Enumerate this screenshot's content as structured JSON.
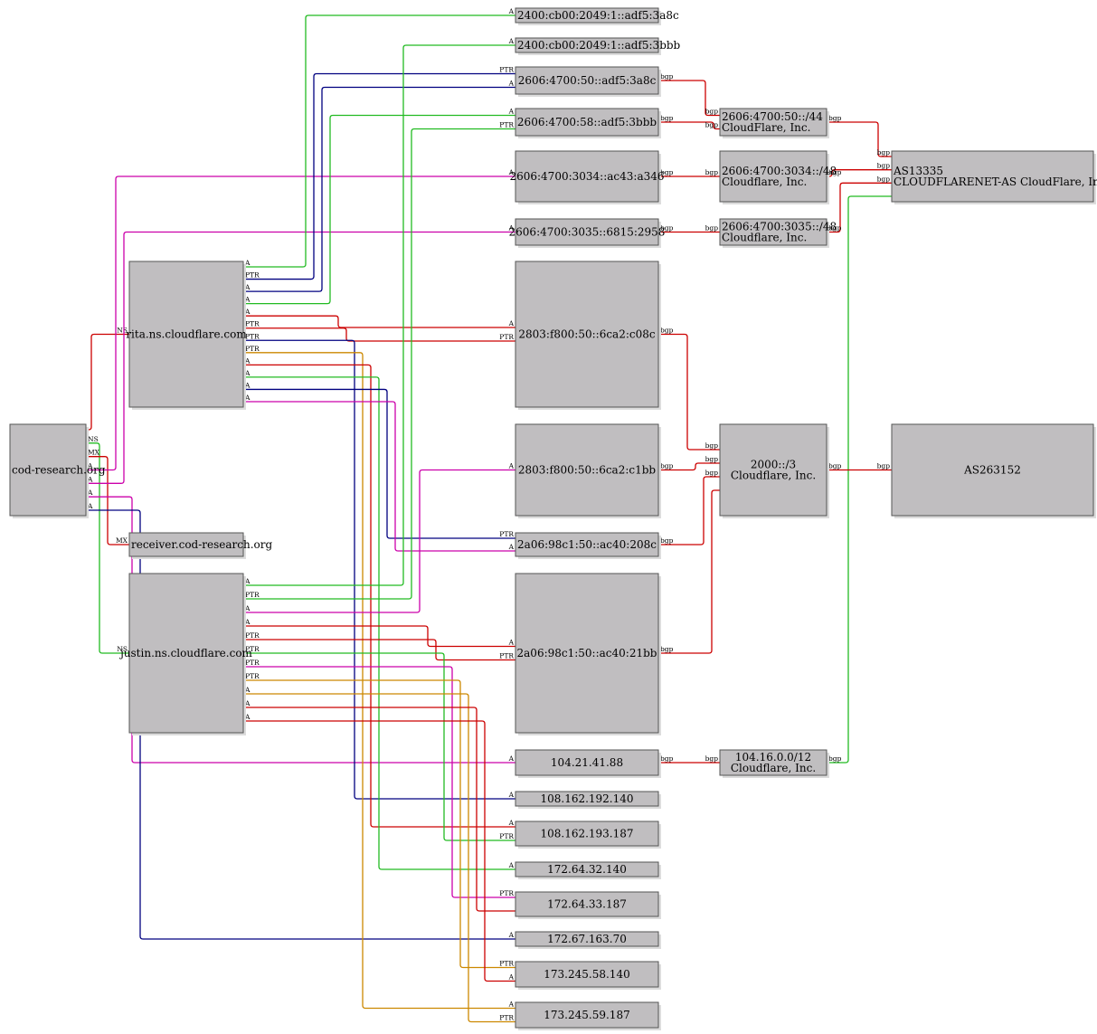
{
  "colors": {
    "red": "#cc0000",
    "green": "#22bb22",
    "navy": "#000080",
    "magenta": "#cc00aa",
    "orange": "#cc8800"
  },
  "nodes": {
    "cod": {
      "lines": [
        "cod-research.org"
      ]
    },
    "rita": {
      "lines": [
        "rita.ns.cloudflare.com"
      ]
    },
    "just": {
      "lines": [
        "justin.ns.cloudflare.com"
      ]
    },
    "recv": {
      "lines": [
        "receiver.cod-research.org"
      ]
    },
    "v6a": {
      "lines": [
        "2400:cb00:2049:1::adf5:3a8c"
      ]
    },
    "v6b": {
      "lines": [
        "2400:cb00:2049:1::adf5:3bbb"
      ]
    },
    "v6c": {
      "lines": [
        "2606:4700:50::adf5:3a8c"
      ]
    },
    "v6d": {
      "lines": [
        "2606:4700:58::adf5:3bbb"
      ]
    },
    "v6e": {
      "lines": [
        "2606:4700:3034::ac43:a346"
      ]
    },
    "v6f": {
      "lines": [
        "2606:4700:3035::6815:2958"
      ]
    },
    "v6g": {
      "lines": [
        "2803:f800:50::6ca2:c08c"
      ]
    },
    "v6h": {
      "lines": [
        "2803:f800:50::6ca2:c1bb"
      ]
    },
    "v6i": {
      "lines": [
        "2a06:98c1:50::ac40:208c"
      ]
    },
    "v6j": {
      "lines": [
        "2a06:98c1:50::ac40:21bb"
      ]
    },
    "v4a": {
      "lines": [
        "104.21.41.88"
      ]
    },
    "v4b": {
      "lines": [
        "108.162.192.140"
      ]
    },
    "v4c": {
      "lines": [
        "108.162.193.187"
      ]
    },
    "v4d": {
      "lines": [
        "172.64.32.140"
      ]
    },
    "v4e": {
      "lines": [
        "172.64.33.187"
      ]
    },
    "v4f": {
      "lines": [
        "172.67.163.70"
      ]
    },
    "v4g": {
      "lines": [
        "173.245.58.140"
      ]
    },
    "v4h": {
      "lines": [
        "173.245.59.187"
      ]
    },
    "p44": {
      "lines": [
        "2606:4700:50::/44",
        "CloudFlare, Inc."
      ]
    },
    "p3034": {
      "lines": [
        "2606:4700:3034::/48",
        "Cloudflare, Inc."
      ]
    },
    "p3035": {
      "lines": [
        "2606:4700:3035::/48",
        "Cloudflare, Inc."
      ]
    },
    "p2000": {
      "lines": [
        "2000::/3",
        "Cloudflare, Inc."
      ]
    },
    "p104": {
      "lines": [
        "104.16.0.0/12",
        "Cloudflare, Inc."
      ]
    },
    "as13335": {
      "lines": [
        "AS13335",
        "CLOUDFLARENET-AS CloudFlare, Inc."
      ]
    },
    "as263152": {
      "lines": [
        "AS263152"
      ]
    }
  },
  "edges": [
    {
      "from": "cod",
      "to": "rita",
      "color": "red",
      "start_label": "",
      "end_label": "NS"
    },
    {
      "from": "cod",
      "to": "just",
      "color": "green",
      "start_label": "NS",
      "end_label": "NS"
    },
    {
      "from": "cod",
      "to": "recv",
      "color": "red",
      "start_label": "MX",
      "end_label": "MX"
    },
    {
      "from": "cod",
      "to": "v6e",
      "color": "magenta",
      "start_label": "A",
      "end_label": "A"
    },
    {
      "from": "cod",
      "to": "v6f",
      "color": "magenta",
      "start_label": "A",
      "end_label": "A"
    },
    {
      "from": "cod",
      "to": "v4a",
      "color": "magenta",
      "start_label": "A",
      "end_label": "A"
    },
    {
      "from": "cod",
      "to": "v4f",
      "color": "navy",
      "start_label": "A",
      "end_label": "A"
    },
    {
      "from": "rita",
      "to": "v6a",
      "color": "green",
      "start_label": "A",
      "end_label": "A"
    },
    {
      "from": "rita",
      "to": "v6c",
      "color": "navy",
      "start_label": "PTR",
      "end_label": "PTR"
    },
    {
      "from": "rita",
      "to": "v6c",
      "color": "navy",
      "start_label": "A",
      "end_label": "A"
    },
    {
      "from": "rita",
      "to": "v6d",
      "color": "green",
      "start_label": "A",
      "end_label": "A"
    },
    {
      "from": "rita",
      "to": "v6g",
      "color": "red",
      "start_label": "A",
      "end_label": "A"
    },
    {
      "from": "rita",
      "to": "v6g",
      "color": "red",
      "start_label": "PTR",
      "end_label": "PTR"
    },
    {
      "from": "rita",
      "to": "v4b",
      "color": "navy",
      "start_label": "PTR",
      "end_label": "A"
    },
    {
      "from": "rita",
      "to": "v4h",
      "color": "orange",
      "start_label": "PTR",
      "end_label": "A"
    },
    {
      "from": "rita",
      "to": "v4c",
      "color": "red",
      "start_label": "A",
      "end_label": "A"
    },
    {
      "from": "rita",
      "to": "v4d",
      "color": "green",
      "start_label": "A",
      "end_label": "A"
    },
    {
      "from": "rita",
      "to": "v6i",
      "color": "navy",
      "start_label": "A",
      "end_label": "PTR"
    },
    {
      "from": "rita",
      "to": "v6i",
      "color": "magenta",
      "start_label": "A",
      "end_label": "A"
    },
    {
      "from": "just",
      "to": "v6b",
      "color": "green",
      "start_label": "A",
      "end_label": "A"
    },
    {
      "from": "just",
      "to": "v6d",
      "color": "green",
      "start_label": "PTR",
      "end_label": "PTR"
    },
    {
      "from": "just",
      "to": "v6h",
      "color": "magenta",
      "start_label": "A",
      "end_label": "A"
    },
    {
      "from": "just",
      "to": "v6j",
      "color": "red",
      "start_label": "A",
      "end_label": "A"
    },
    {
      "from": "just",
      "to": "v6j",
      "color": "red",
      "start_label": "PTR",
      "end_label": "PTR"
    },
    {
      "from": "just",
      "to": "v4c",
      "color": "green",
      "start_label": "PTR",
      "end_label": "PTR"
    },
    {
      "from": "just",
      "to": "v4e",
      "color": "magenta",
      "start_label": "PTR",
      "end_label": "PTR"
    },
    {
      "from": "just",
      "to": "v4g",
      "color": "orange",
      "start_label": "PTR",
      "end_label": "PTR"
    },
    {
      "from": "just",
      "to": "v4h",
      "color": "orange",
      "start_label": "A",
      "end_label": "PTR"
    },
    {
      "from": "just",
      "to": "v4e",
      "color": "red",
      "start_label": "A",
      "end_label": ""
    },
    {
      "from": "just",
      "to": "v4g",
      "color": "red",
      "start_label": "A",
      "end_label": "A"
    },
    {
      "from": "v6c",
      "to": "p44",
      "color": "red",
      "start_label": "bgp",
      "end_label": "bgp"
    },
    {
      "from": "v6d",
      "to": "p44",
      "color": "red",
      "start_label": "bgp",
      "end_label": "bgp"
    },
    {
      "from": "v6e",
      "to": "p3034",
      "color": "red",
      "start_label": "bgp",
      "end_label": "bgp"
    },
    {
      "from": "v6f",
      "to": "p3035",
      "color": "red",
      "start_label": "bgp",
      "end_label": "bgp"
    },
    {
      "from": "v6g",
      "to": "p2000",
      "color": "red",
      "start_label": "bgp",
      "end_label": "bgp"
    },
    {
      "from": "v6h",
      "to": "p2000",
      "color": "red",
      "start_label": "bgp",
      "end_label": "bgp"
    },
    {
      "from": "v6i",
      "to": "p2000",
      "color": "red",
      "start_label": "bgp",
      "end_label": "bgp"
    },
    {
      "from": "v6j",
      "to": "p2000",
      "color": "red",
      "start_label": "bgp",
      "end_label": ""
    },
    {
      "from": "v4a",
      "to": "p104",
      "color": "red",
      "start_label": "bgp",
      "end_label": "bgp"
    },
    {
      "from": "p44",
      "to": "as13335",
      "color": "red",
      "start_label": "bgp",
      "end_label": "bgp"
    },
    {
      "from": "p3034",
      "to": "as13335",
      "color": "red",
      "start_label": "bgp",
      "end_label": "bgp"
    },
    {
      "from": "p3035",
      "to": "as13335",
      "color": "red",
      "start_label": "bgp",
      "end_label": "bgp"
    },
    {
      "from": "p104",
      "to": "as13335",
      "color": "green",
      "start_label": "bgp",
      "end_label": ""
    },
    {
      "from": "p2000",
      "to": "as263152",
      "color": "red",
      "start_label": "bgp",
      "end_label": "bgp"
    }
  ]
}
